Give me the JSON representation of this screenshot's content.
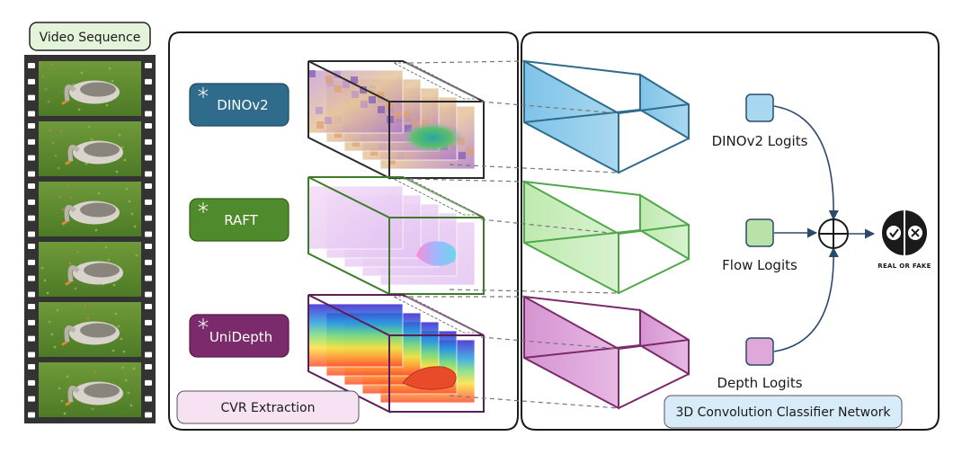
{
  "video": {
    "label": "Video Sequence",
    "frame_count": 6
  },
  "extraction": {
    "section_label": "CVR Extraction",
    "models": [
      {
        "name": "DINOv2",
        "color": "#2f6b8a",
        "feature_type": "dinov2"
      },
      {
        "name": "RAFT",
        "color": "#4f8a2c",
        "feature_type": "flow"
      },
      {
        "name": "UniDepth",
        "color": "#7b2a6b",
        "feature_type": "depth"
      }
    ],
    "frozen_icon": "snowflake-icon"
  },
  "classifier": {
    "section_label": "3D Convolution Classifier Network",
    "logits": [
      {
        "label": "DINOv2 Logits",
        "color": "#a8d8f0"
      },
      {
        "label": "Flow Logits",
        "color": "#b8e2a8"
      },
      {
        "label": "Depth Logits",
        "color": "#e0a8d8"
      }
    ],
    "fusion_icon": "circle-plus-icon",
    "output_text": "REAL OR FAKE",
    "output_icon": "real-or-fake-icon"
  }
}
